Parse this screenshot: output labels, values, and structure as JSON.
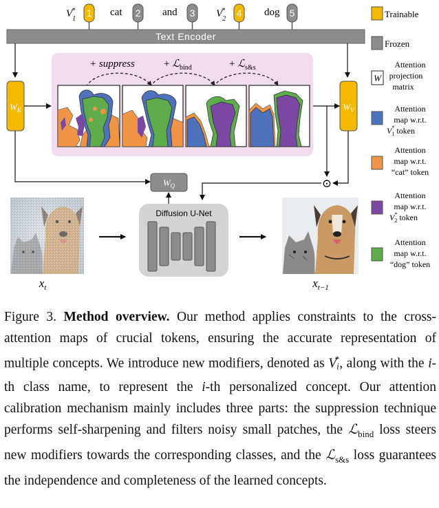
{
  "tokens": [
    {
      "text": "V",
      "sup": "*",
      "sub": "1",
      "num": "1",
      "kind": "trainable"
    },
    {
      "text": "cat",
      "num": "2",
      "kind": "frozen"
    },
    {
      "text": "and",
      "num": "3",
      "kind": "frozen"
    },
    {
      "text": "V",
      "sup": "*",
      "sub": "2",
      "num": "4",
      "kind": "trainable"
    },
    {
      "text": "dog",
      "num": "5",
      "kind": "frozen"
    }
  ],
  "text_encoder": "Text Encoder",
  "wk": {
    "base": "W",
    "sub": "K"
  },
  "wv": {
    "base": "W",
    "sub": "V"
  },
  "wq": {
    "base": "W",
    "sub": "Q"
  },
  "ops": {
    "suppress": "+ suppress",
    "bind_prefix": "+ ",
    "bind_sub": "bind",
    "ss_prefix": "+ ",
    "ss_sub": "s&s"
  },
  "unet": "Diffusion U-Net",
  "xt": {
    "base": "x",
    "sub": "t"
  },
  "xt1": {
    "base": "x",
    "sub": "t−1"
  },
  "odot": "⊙",
  "legend": {
    "trainable": "Trainable",
    "frozen": "Frozen",
    "w_icon": "W",
    "projection": [
      "Attention",
      "projection",
      "matrix"
    ],
    "v1": [
      "Attention",
      "map  w.r.t.",
      "token"
    ],
    "cat": [
      "Attention",
      "map  w.r.t.",
      "“cat” token"
    ],
    "v2": [
      "Attention",
      "map  w.r.t.",
      "token"
    ],
    "dog": [
      "Attention",
      "map  w.r.t.",
      "“dog” token"
    ]
  },
  "colors": {
    "trainable": "#f5b800",
    "frozen": "#8c8c8c",
    "v1": "#4f72bd",
    "cat": "#ef9545",
    "v2": "#7a47a3",
    "dog": "#5fac4d",
    "panel": "#f1dcee"
  },
  "caption": {
    "fig_label": "Figure 3.",
    "bold": "Method overview.",
    "t1": " Our method applies constraints to the cross-attention maps of crucial tokens, ensuring the accurate representation of multiple concepts. We introduce new modifiers, denoted as ",
    "v": "V",
    "v_sub": "i",
    "v_sup": "*",
    "t2": ", along with the ",
    "i": "i",
    "t3": "-th class name, to represent the ",
    "i2": "i",
    "t4": "-th personalized concept.  Our attention calibration mechanism mainly includes three parts: the suppression technique performs self-sharpening and filters noisy small patches, the ",
    "l": "ℒ",
    "l_bind": "bind",
    "t5": " loss steers new modifiers towards the corresponding classes, and the ",
    "l2": "ℒ",
    "l_ss": "s&s",
    "t6": " loss guarantees the independence and completeness of the learned concepts."
  }
}
